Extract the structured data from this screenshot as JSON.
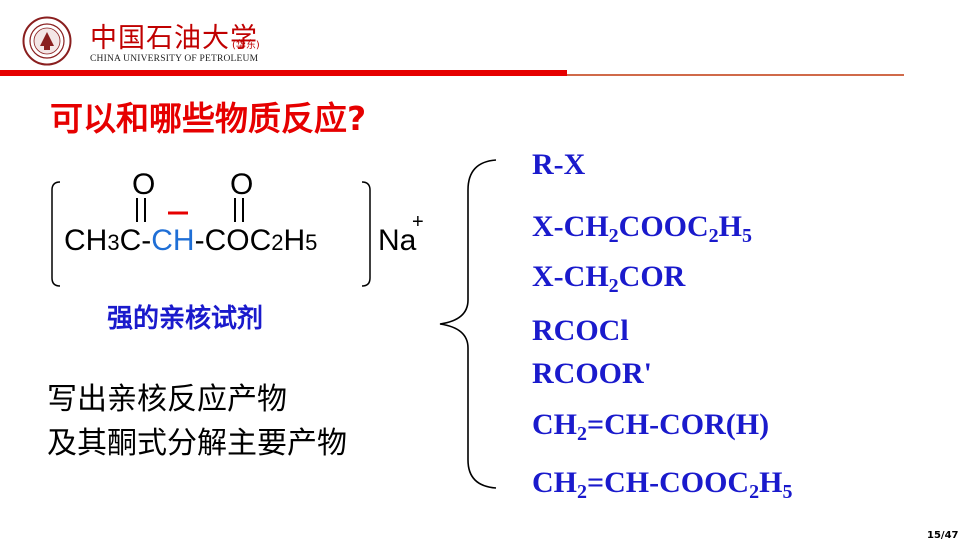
{
  "header": {
    "brand_cn": "中国石油大学",
    "brand_sub": "(华东)",
    "brand_en": "CHINA UNIVERSITY OF PETROLEUM"
  },
  "title": "可以和哪些物质反应?",
  "structure": {
    "o1": "O",
    "o2": "O",
    "part_ch3": "CH",
    "sub_3": "3",
    "part_c1": "C-",
    "part_ch": "CH",
    "part_coo": "-COC",
    "sub_2": "2",
    "part_h": "H",
    "sub_5": "5",
    "cation": "Na",
    "charge": "+"
  },
  "nucleophile_label": "强的亲核试剂",
  "task": {
    "line1": "写出亲核反应产物",
    "line2": "及其酮式分解主要产物"
  },
  "reagents": {
    "r1": "R-X",
    "r2": {
      "a": "X-CH",
      "s1": "2",
      "b": "COOC",
      "s2": "2",
      "c": "H",
      "s3": "5"
    },
    "r3": {
      "a": "X-CH",
      "s1": "2",
      "b": "COR"
    },
    "r4": "RCOCl",
    "r5": "RCOOR'",
    "r6": {
      "a": "CH",
      "s1": "2",
      "b": "=CH-COR(H)"
    },
    "r7": {
      "a": "CH",
      "s1": "2",
      "b": "=CH-COOC",
      "s2": "2",
      "c": "H",
      "s3": "5"
    }
  },
  "page_number": "15/47",
  "colors": {
    "accent_red": "#e60000",
    "reagent_blue": "#1a1acc",
    "highlight_blue": "#1f6fd6"
  }
}
